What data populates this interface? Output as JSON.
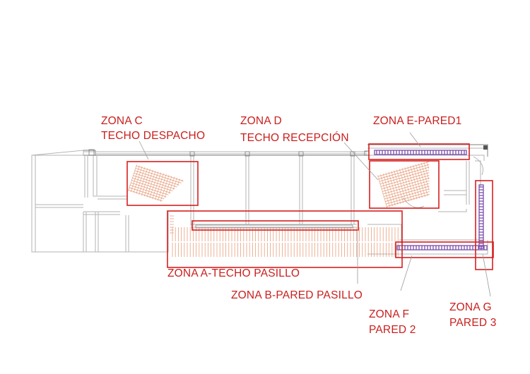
{
  "zones": {
    "c": {
      "line1": "ZONA C",
      "line2": "TECHO DESPACHO"
    },
    "d": {
      "line1": "ZONA D",
      "line2": "TECHO RECEPCIÓN"
    },
    "e": {
      "line1": "ZONA E-PARED1"
    },
    "a": {
      "line1": "ZONA A-TECHO PASILLO"
    },
    "b": {
      "line1": "ZONA B-PARED PASILLO"
    },
    "f": {
      "line1": "ZONA F",
      "line2": "PARED 2"
    },
    "g": {
      "line1": "ZONA G",
      "line2": "PARED 3"
    }
  },
  "colors": {
    "label": "#c8201e",
    "zone_box": "#d61f1f",
    "walls": "#b3b3b3",
    "hatch": "#e7a07f",
    "purple_panels": "#7b4dab"
  }
}
